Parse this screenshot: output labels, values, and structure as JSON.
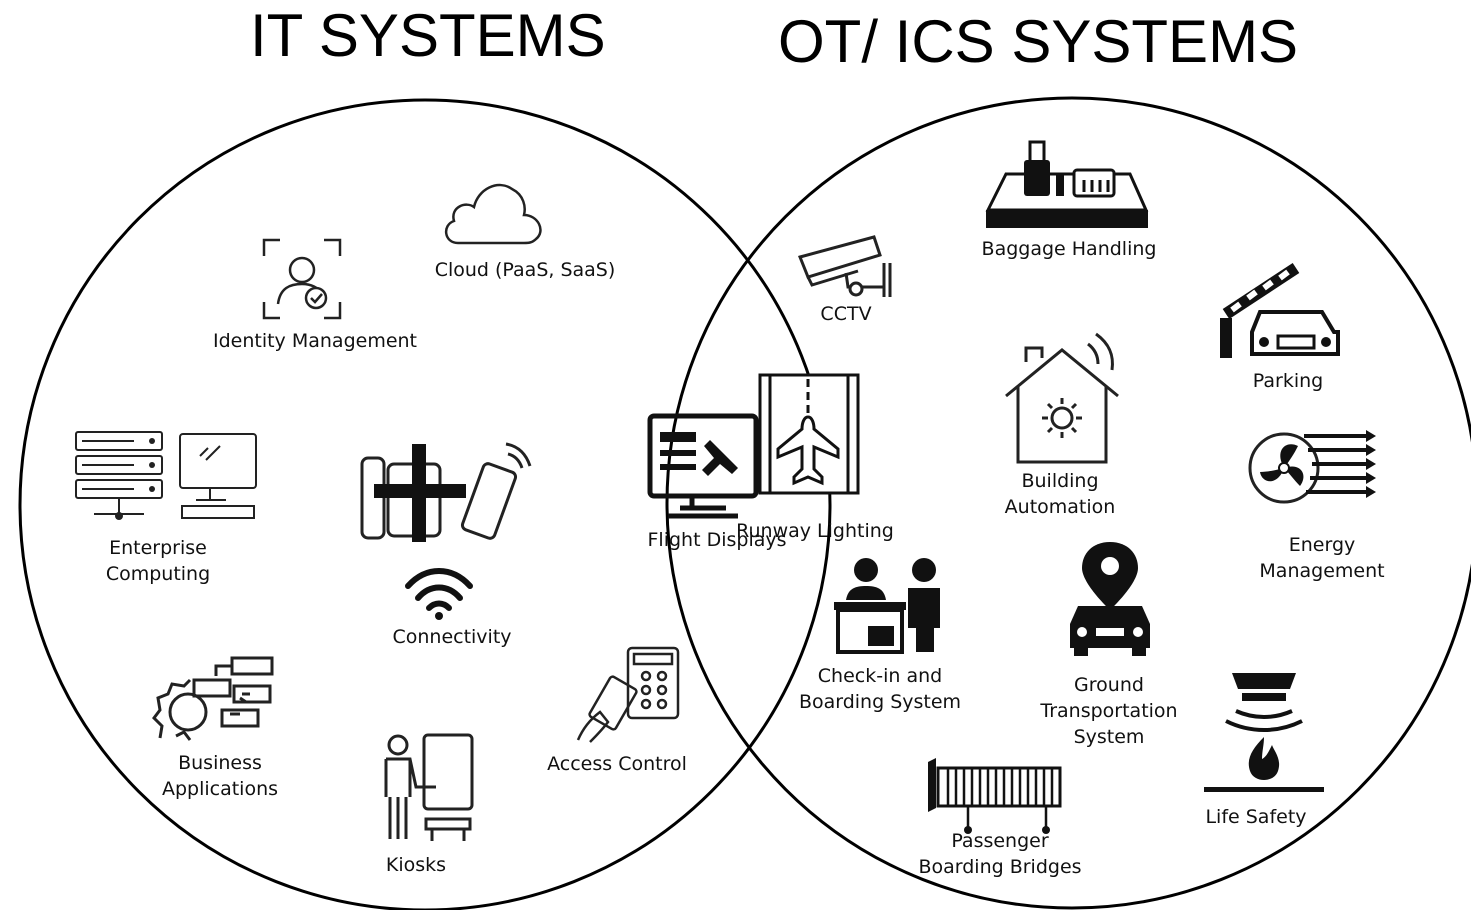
{
  "titles": {
    "left": "IT SYSTEMS",
    "right": "OT/ ICS SYSTEMS"
  },
  "it_systems": {
    "cloud": "Cloud (PaaS, SaaS)",
    "identity": "Identity Management",
    "enterprise": "Enterprise\nComputing",
    "connectivity": "Connectivity",
    "business": "Business\nApplications",
    "kiosks": "Kiosks",
    "access": "Access Control"
  },
  "shared": {
    "flight": "Flight Displays",
    "runway": "Runway Lighting"
  },
  "ot_systems": {
    "cctv": "CCTV",
    "baggage": "Baggage Handling",
    "parking": "Parking",
    "building": "Building\nAutomation",
    "energy": "Energy\nManagement",
    "checkin": "Check-in and\nBoarding System",
    "ground": "Ground\nTransportation\nSystem",
    "life": "Life Safety",
    "bridges": "Passenger\nBoarding Bridges"
  }
}
